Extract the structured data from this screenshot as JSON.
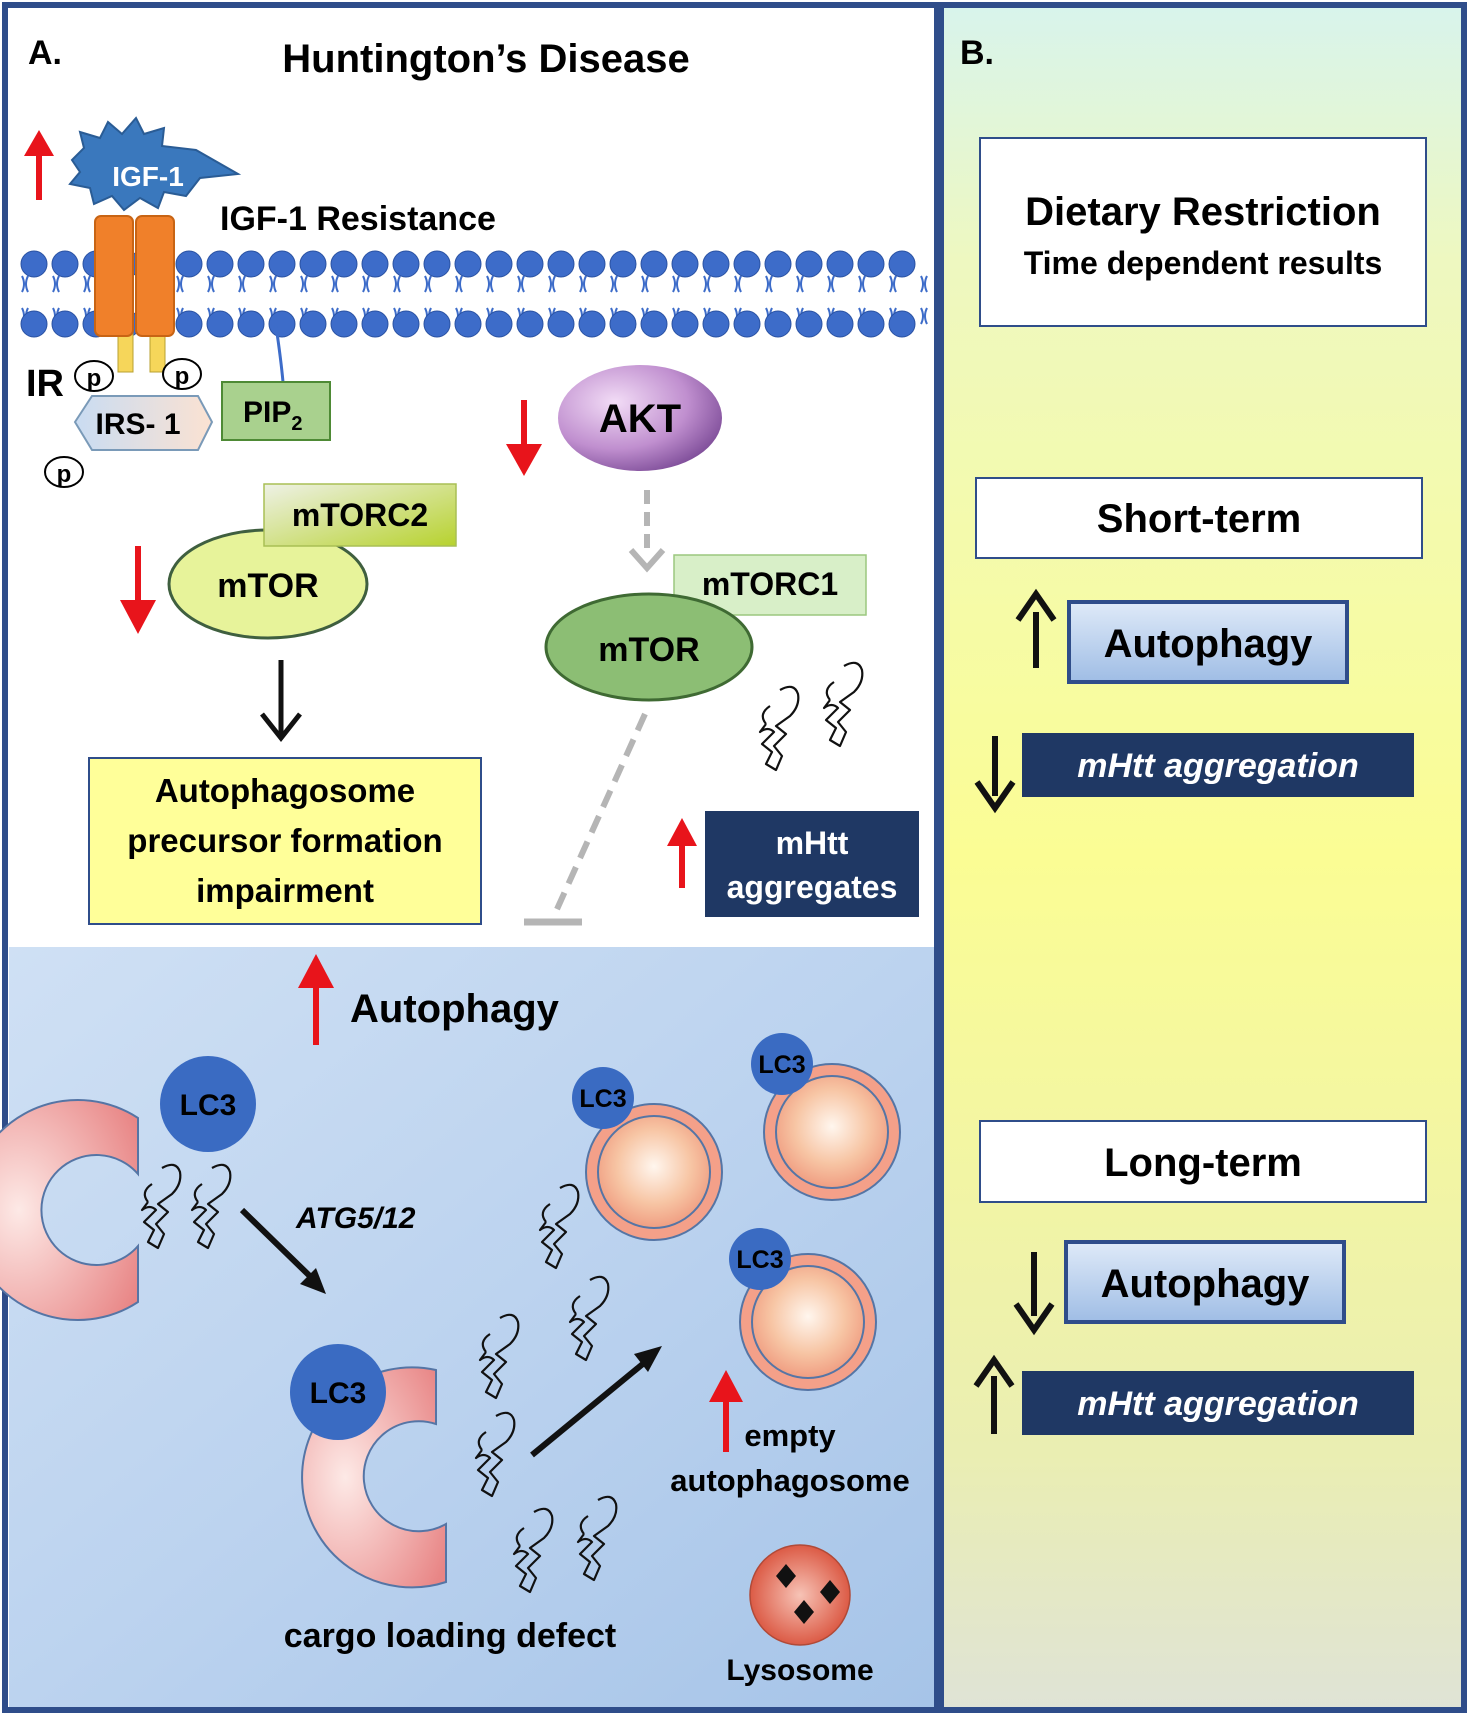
{
  "panel_a": {
    "letter": "A.",
    "title": "Huntington’s Disease",
    "igf1": "IGF-1",
    "igf1_resistance": "IGF-1 Resistance",
    "ir": "IR",
    "p": "p",
    "irs1": "IRS- 1",
    "pip2": "PIP",
    "pip2_sub": "2",
    "akt": "AKT",
    "mtorc2": "mTORC2",
    "mtorc1": "mTORC1",
    "mtor": "mTOR",
    "precursor_line1": "Autophagosome",
    "precursor_line2": "precursor formation",
    "precursor_line3": "impairment",
    "mhtt_aggregates_line1": "mHtt",
    "mhtt_aggregates_line2": "aggregates",
    "autophagy": "Autophagy",
    "lc3": "LC3",
    "atg": "ATG5/12",
    "empty_line1": "empty",
    "empty_line2": "autophagosome",
    "cargo_defect": "cargo loading defect",
    "lysosome": "Lysosome"
  },
  "panel_b": {
    "letter": "B.",
    "dr_title": "Dietary Restriction",
    "dr_subtitle": "Time dependent results",
    "short_term": "Short-term",
    "long_term": "Long-term",
    "autophagy": "Autophagy",
    "mhtt_aggregation": "mHtt aggregation"
  },
  "colors": {
    "frame": "#2f4d8a",
    "red_arrow": "#e8141b",
    "lipid": "#3d6cc9",
    "receptor": "#f0802a",
    "navy_box": "#1f3864",
    "yellow_box": "#ffff99",
    "green_box": "#a9d18e",
    "lc3": "#3a6bc2"
  }
}
